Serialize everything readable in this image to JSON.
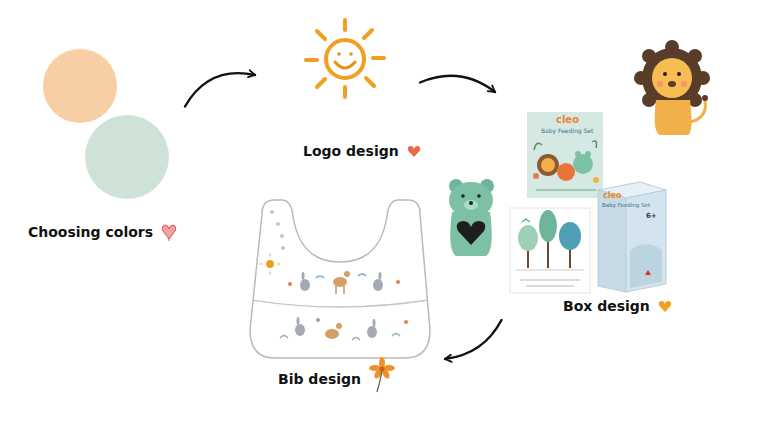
{
  "diagram": {
    "nodes": [
      {
        "text": [
          "Choosing colors"
        ]
      },
      {
        "text": [
          "Logo design"
        ]
      },
      {
        "text": [
          "Box design"
        ]
      },
      {
        "text": [
          "Bib design"
        ]
      }
    ],
    "edges": [
      {
        "from": 0,
        "to": 1,
        "arrow": "to"
      },
      {
        "from": 1,
        "to": 2,
        "arrow": "to"
      },
      {
        "from": 2,
        "to": 3,
        "arrow": "to"
      }
    ],
    "labels": [
      "cleo",
      "Baby Feeding Set",
      "cleo",
      "Baby Feeding Set",
      "6+"
    ]
  }
}
